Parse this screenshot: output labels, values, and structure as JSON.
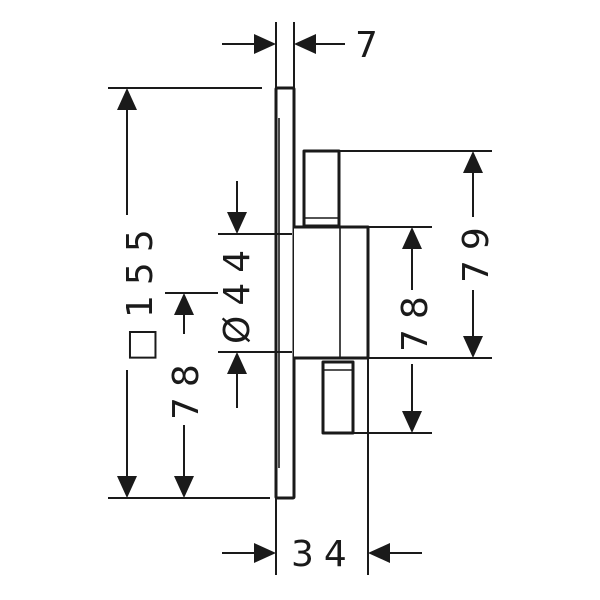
{
  "dimensions": {
    "plate_thickness": "7",
    "plate_square_size": "□155",
    "diameter": "Ø44",
    "offset_left": "78",
    "depth": "34",
    "center_height": "78",
    "top_height": "79"
  }
}
